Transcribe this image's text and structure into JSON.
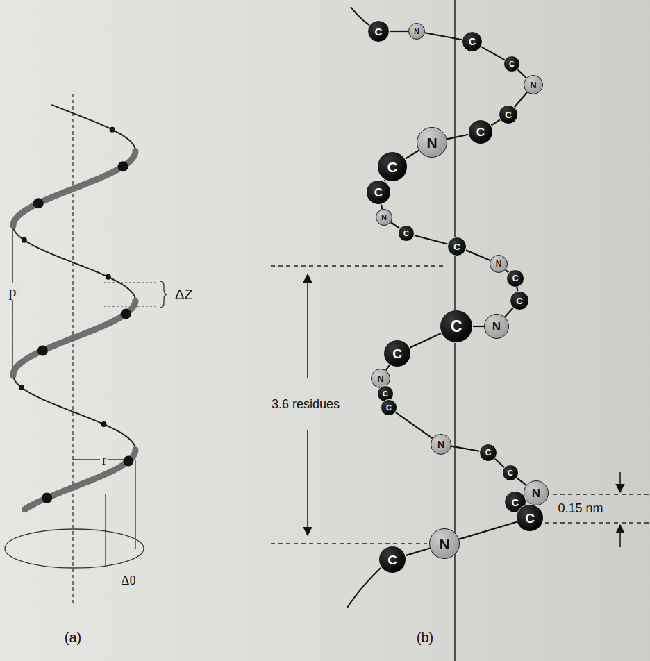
{
  "diagram": {
    "nodes": [
      {
        "text": [
          "C"
        ]
      },
      {
        "text": [
          "N"
        ]
      },
      {
        "text": [
          "C"
        ]
      },
      {
        "text": [
          "C"
        ]
      },
      {
        "text": [
          "N"
        ]
      },
      {
        "text": [
          "C"
        ]
      },
      {
        "text": [
          "C"
        ]
      },
      {
        "text": [
          "N"
        ]
      },
      {
        "text": [
          "C"
        ]
      },
      {
        "text": [
          "C"
        ]
      },
      {
        "text": [
          "N"
        ]
      },
      {
        "text": [
          "C"
        ]
      },
      {
        "text": [
          "C"
        ]
      },
      {
        "text": [
          "N"
        ]
      },
      {
        "text": [
          "C"
        ]
      },
      {
        "text": [
          "C"
        ]
      },
      {
        "text": [
          "C"
        ]
      },
      {
        "text": [
          "N"
        ]
      },
      {
        "text": [
          "C"
        ]
      },
      {
        "text": [
          "N"
        ]
      },
      {
        "text": [
          "C"
        ]
      },
      {
        "text": [
          "C"
        ]
      },
      {
        "text": [
          "N"
        ]
      },
      {
        "text": [
          "C"
        ]
      },
      {
        "text": [
          "C"
        ]
      },
      {
        "text": [
          "N"
        ]
      },
      {
        "text": [
          "C"
        ]
      },
      {
        "text": [
          "C"
        ]
      },
      {
        "text": [
          "N"
        ]
      },
      {
        "text": [
          "C"
        ]
      }
    ],
    "edges": [
      {
        "from": 0,
        "to": 1,
        "arrow": "none"
      },
      {
        "from": 1,
        "to": 2,
        "arrow": "none"
      },
      {
        "from": 2,
        "to": 3,
        "arrow": "none"
      },
      {
        "from": 3,
        "to": 4,
        "arrow": "none"
      },
      {
        "from": 4,
        "to": 5,
        "arrow": "none"
      },
      {
        "from": 5,
        "to": 6,
        "arrow": "none"
      },
      {
        "from": 6,
        "to": 7,
        "arrow": "none"
      },
      {
        "from": 7,
        "to": 8,
        "arrow": "none"
      },
      {
        "from": 8,
        "to": 9,
        "arrow": "none"
      },
      {
        "from": 9,
        "to": 10,
        "arrow": "none"
      },
      {
        "from": 10,
        "to": 11,
        "arrow": "none"
      },
      {
        "from": 11,
        "to": 12,
        "arrow": "none"
      },
      {
        "from": 12,
        "to": 13,
        "arrow": "none"
      },
      {
        "from": 13,
        "to": 14,
        "arrow": "none"
      },
      {
        "from": 14,
        "to": 15,
        "arrow": "none"
      },
      {
        "from": 15,
        "to": 17,
        "arrow": "none"
      },
      {
        "from": 17,
        "to": 16,
        "arrow": "none"
      },
      {
        "from": 16,
        "to": 18,
        "arrow": "none"
      },
      {
        "from": 18,
        "to": 19,
        "arrow": "none"
      },
      {
        "from": 19,
        "to": 20,
        "arrow": "none"
      },
      {
        "from": 20,
        "to": 21,
        "arrow": "none"
      },
      {
        "from": 21,
        "to": 22,
        "arrow": "none"
      },
      {
        "from": 22,
        "to": 23,
        "arrow": "none"
      },
      {
        "from": 23,
        "to": 24,
        "arrow": "none"
      },
      {
        "from": 24,
        "to": 25,
        "arrow": "none"
      },
      {
        "from": 25,
        "to": 26,
        "arrow": "none"
      },
      {
        "from": 26,
        "to": 27,
        "arrow": "none"
      },
      {
        "from": 27,
        "to": 28,
        "arrow": "none"
      },
      {
        "from": 28,
        "to": 29,
        "arrow": "none"
      }
    ],
    "labels": [
      "p",
      "ΔZ",
      "r",
      "Δθ",
      "(a)",
      "3.6 residues",
      "0.15 nm",
      "(b)"
    ]
  }
}
